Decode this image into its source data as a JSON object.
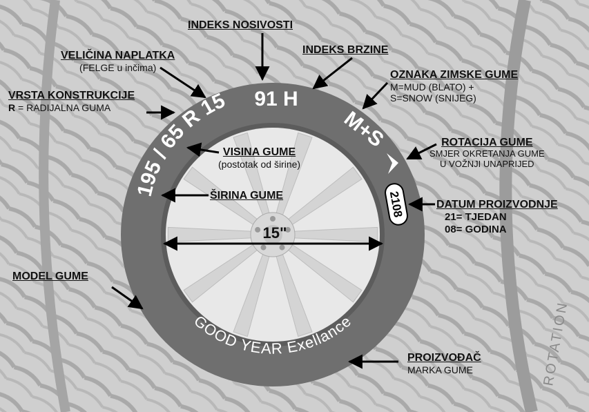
{
  "tire": {
    "size_text": "195 / 65 R 15",
    "load_speed_text": "91 H",
    "winter_mark_text": "M+S",
    "date_code": "2108",
    "brand_text": "GOOD YEAR Exellance",
    "rim_size_text": "15\"",
    "tread_text": "ROTATION"
  },
  "labels": {
    "indeks_nosivosti": "INDEKS NOSIVOSTI",
    "velicina_naplatka_title": "VELIČINA NAPLATKA",
    "velicina_naplatka_sub": "(FELGE u inčima)",
    "indeks_brzine": "INDEKS  BRZINE",
    "vrsta_konstrukcije_title": "VRSTA  KONSTRUKCIJE",
    "vrsta_konstrukcije_r": "R",
    "vrsta_konstrukcije_sub": " = RADIJALNA GUMA",
    "oznaka_zimske_title": "OZNAKA ZIMSKE GUME",
    "oznaka_zimske_l1": "M=MUD (BLATO) +",
    "oznaka_zimske_l2": "S=SNOW (SNIJEG)",
    "visina_gume_title": "VISINA  GUME",
    "visina_gume_sub": "(postotak od širine)",
    "rotacija_title": "ROTACIJA GUME",
    "rotacija_l1": "SMJER OKRETANJA GUME",
    "rotacija_l2": "U  VOŽNJI UNAPRIJED",
    "sirina_gume": "ŠIRINA  GUME",
    "datum_title": "DATUM PROIZVODNJE",
    "datum_l1": "21= TJEDAN",
    "datum_l2": "08= GODINA",
    "model_gume": "MODEL  GUME",
    "proizvodac_title": "PROIZVOĐAČ",
    "proizvodac_sub": "MARKA  GUME"
  },
  "colors": {
    "tire": "#6f6f6f",
    "tire_text": "#ffffff",
    "rim": "#e8e8e8",
    "background": "#cfcfcf",
    "arrow": "#000000"
  }
}
